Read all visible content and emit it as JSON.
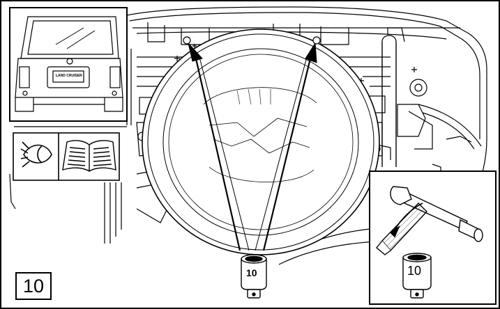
{
  "step": {
    "number": "10"
  },
  "socket_main": {
    "size_label": "10"
  },
  "socket_inset": {
    "size_label": "10"
  },
  "inset_vehicle": {
    "badge_text": "LAND CRUISER"
  },
  "icons": {
    "inspect": "eye-icon",
    "manual": "open-book-icon",
    "wrench": "ratchet-wrench-icon",
    "socket": "socket-icon"
  },
  "colors": {
    "line": "#000000",
    "background": "#ffffff",
    "hatch": "#555555"
  }
}
